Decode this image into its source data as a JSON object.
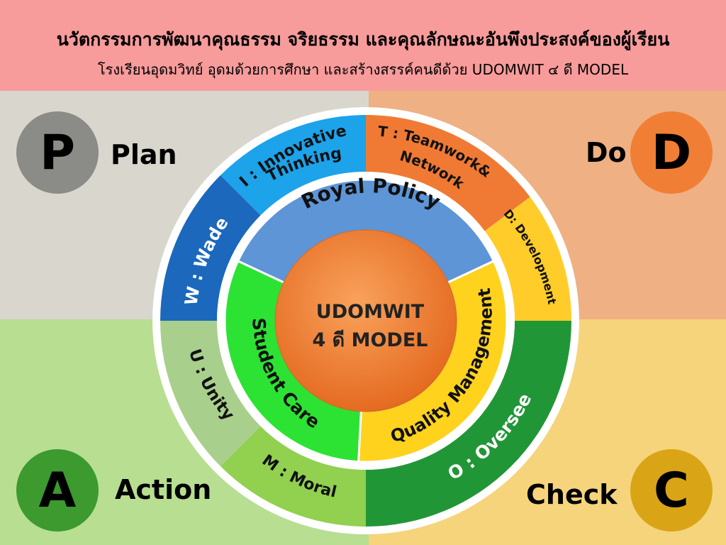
{
  "header": {
    "title": "นวัตกรรมการพัฒนาคุณธรรม จริยธรรม และคุณลักษณะอันพึงประสงค์ของผู้เรียน",
    "subtitle": "โรงเรียนอุดมวิทย์ อุดมด้วยการศึกษา และสร้างสรรค์คนดีด้วย UDOMWIT ๔ ดี MODEL"
  },
  "quadrants": [
    {
      "letter": "P",
      "label": "Plan",
      "color": "#8b8c87",
      "background": "#d9d7cd"
    },
    {
      "letter": "D",
      "label": "Do",
      "color": "#f07f35",
      "background": "#efb083"
    },
    {
      "letter": "A",
      "label": "Action",
      "color": "#3c9a2f",
      "background": "#b8de91"
    },
    {
      "letter": "C",
      "label": "Check",
      "color": "#d9a517",
      "background": "#f5d47c"
    }
  ],
  "center": {
    "line1": "UDOMWIT",
    "line2": "4 ดี MODEL",
    "color": "#ef7a2c"
  },
  "middle_ring": [
    {
      "label": "Royal Policy",
      "color": "#5d95d6"
    },
    {
      "label": "Quality Management",
      "color": "#ffd21e"
    },
    {
      "label": "Student Care",
      "color": "#2ce333"
    }
  ],
  "outer_ring": [
    {
      "letter": "I",
      "label": "I : Innovative",
      "label2": "Thinking",
      "color": "#1ca3ea"
    },
    {
      "letter": "T",
      "label": "T : Teamwork&",
      "label2": "Network",
      "color": "#f07a33"
    },
    {
      "letter": "D",
      "label": "D: Development",
      "color": "#ffcc2a"
    },
    {
      "letter": "O",
      "label": "O : Oversee",
      "color": "#219636"
    },
    {
      "letter": "M",
      "label": "M : Moral",
      "color": "#92d050"
    },
    {
      "letter": "U",
      "label": "U : Unity",
      "color": "#a9cf8c"
    },
    {
      "letter": "W",
      "label": "W : Wade",
      "color": "#1b68bd"
    }
  ]
}
